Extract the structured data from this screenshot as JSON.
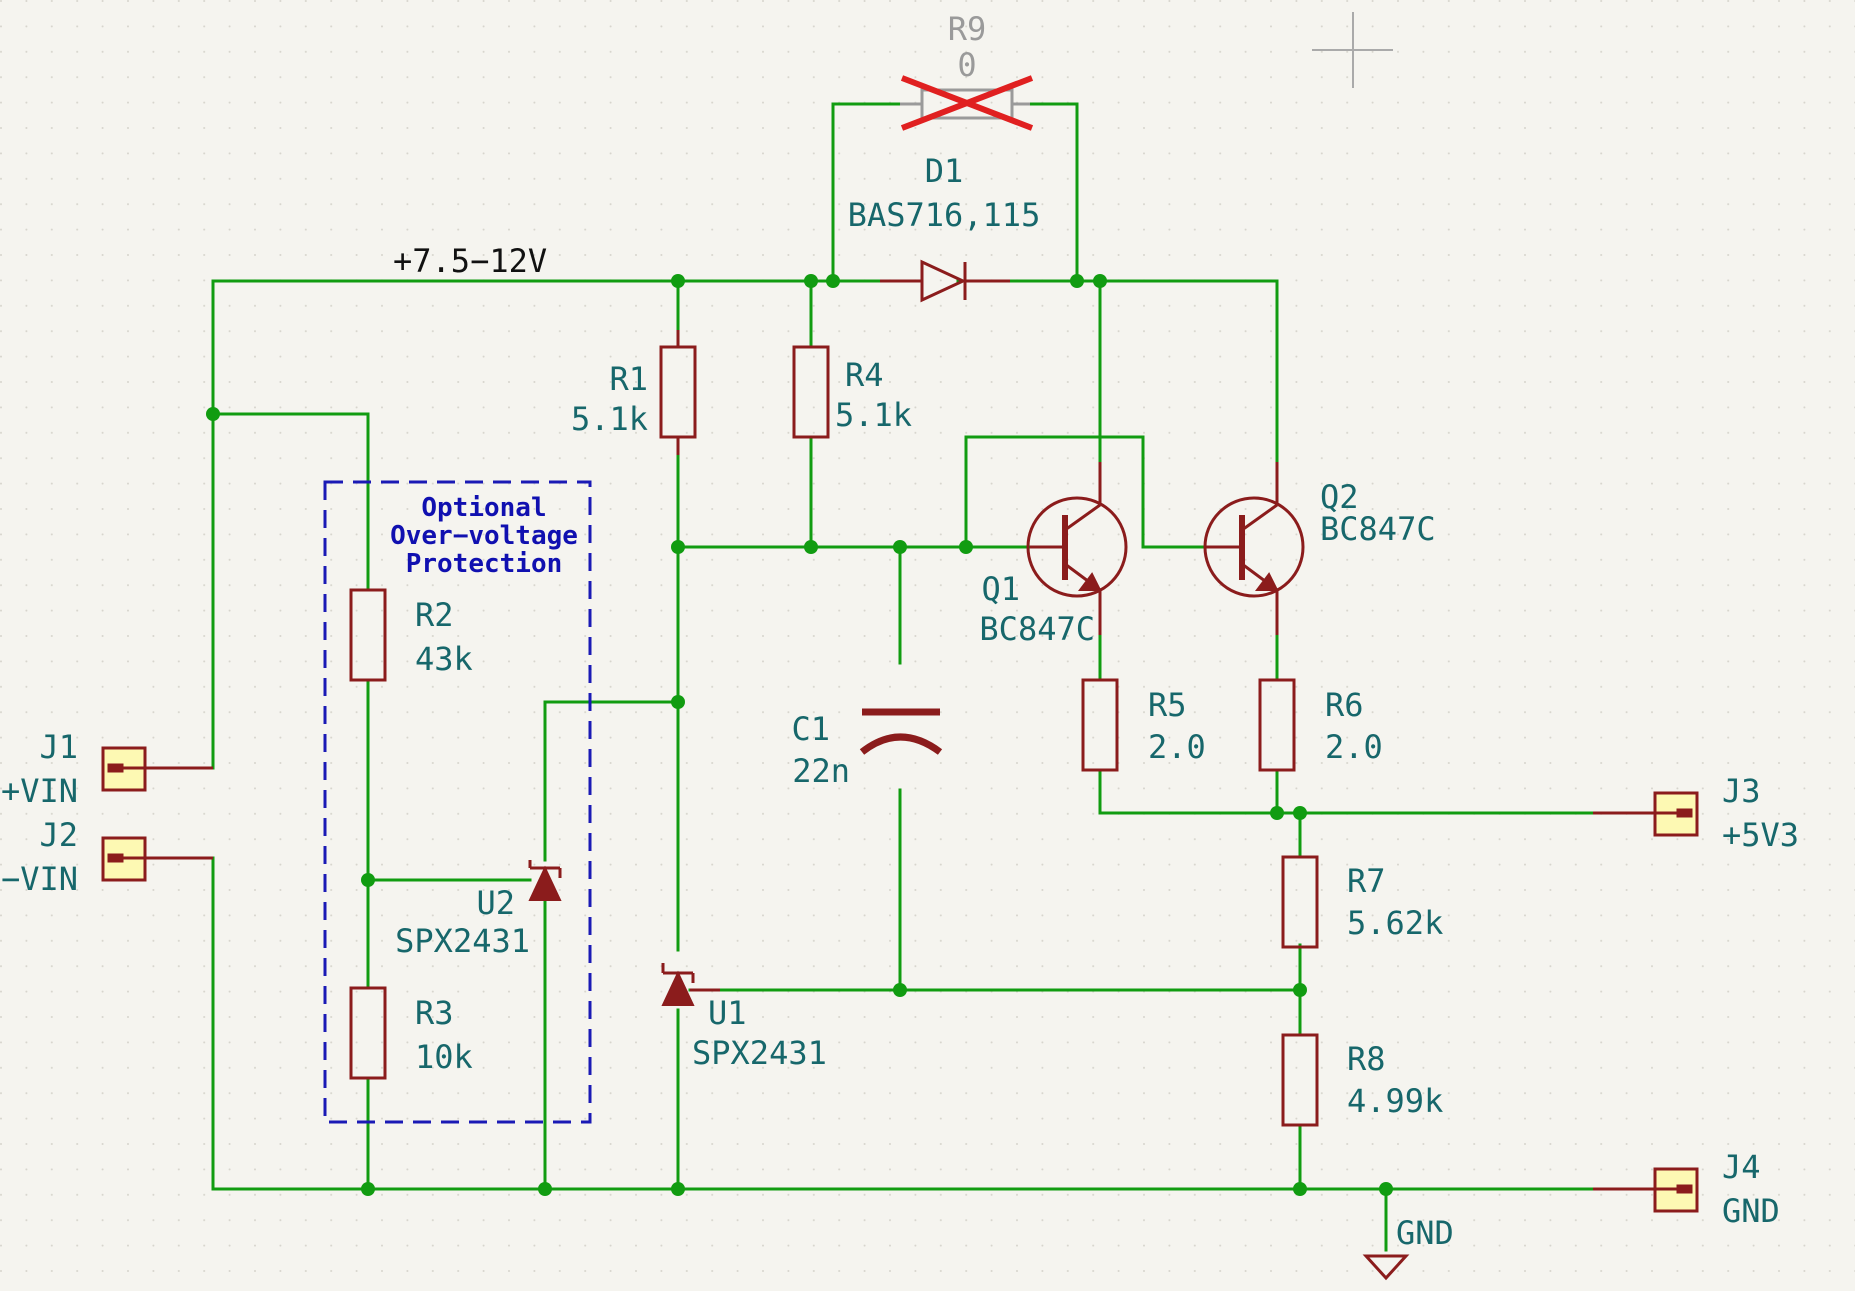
{
  "components": {
    "r9": {
      "ref": "R9",
      "value": "0"
    },
    "d1": {
      "ref": "D1",
      "value": "BAS716,115"
    },
    "r1": {
      "ref": "R1",
      "value": "5.1k"
    },
    "r4": {
      "ref": "R4",
      "value": "5.1k"
    },
    "r2": {
      "ref": "R2",
      "value": "43k"
    },
    "r3": {
      "ref": "R3",
      "value": "10k"
    },
    "u2": {
      "ref": "U2",
      "value": "SPX2431"
    },
    "u1": {
      "ref": "U1",
      "value": "SPX2431"
    },
    "c1": {
      "ref": "C1",
      "value": "22n"
    },
    "q1": {
      "ref": "Q1",
      "value": "BC847C"
    },
    "q2": {
      "ref": "Q2",
      "value": "BC847C"
    },
    "r5": {
      "ref": "R5",
      "value": "2.0"
    },
    "r6": {
      "ref": "R6",
      "value": "2.0"
    },
    "r7": {
      "ref": "R7",
      "value": "5.62k"
    },
    "r8": {
      "ref": "R8",
      "value": "4.99k"
    },
    "j1": {
      "ref": "J1",
      "value": "+VIN"
    },
    "j2": {
      "ref": "J2",
      "value": "−VIN"
    },
    "j3": {
      "ref": "J3",
      "value": "+5V3"
    },
    "j4": {
      "ref": "J4",
      "value": "GND"
    }
  },
  "nets": {
    "input_label": "+7.5−12V",
    "gnd_symbol": "GND"
  },
  "notes": {
    "ovp_line1": "Optional",
    "ovp_line2": "Over−voltage",
    "ovp_line3": "Protection"
  },
  "colors": {
    "wire": "#119c11",
    "symbol": "#8b1c1c",
    "reference_text": "#17676b",
    "note_text": "#1010b0",
    "dnp_mark": "#e02020",
    "background": "#f5f4ef"
  }
}
